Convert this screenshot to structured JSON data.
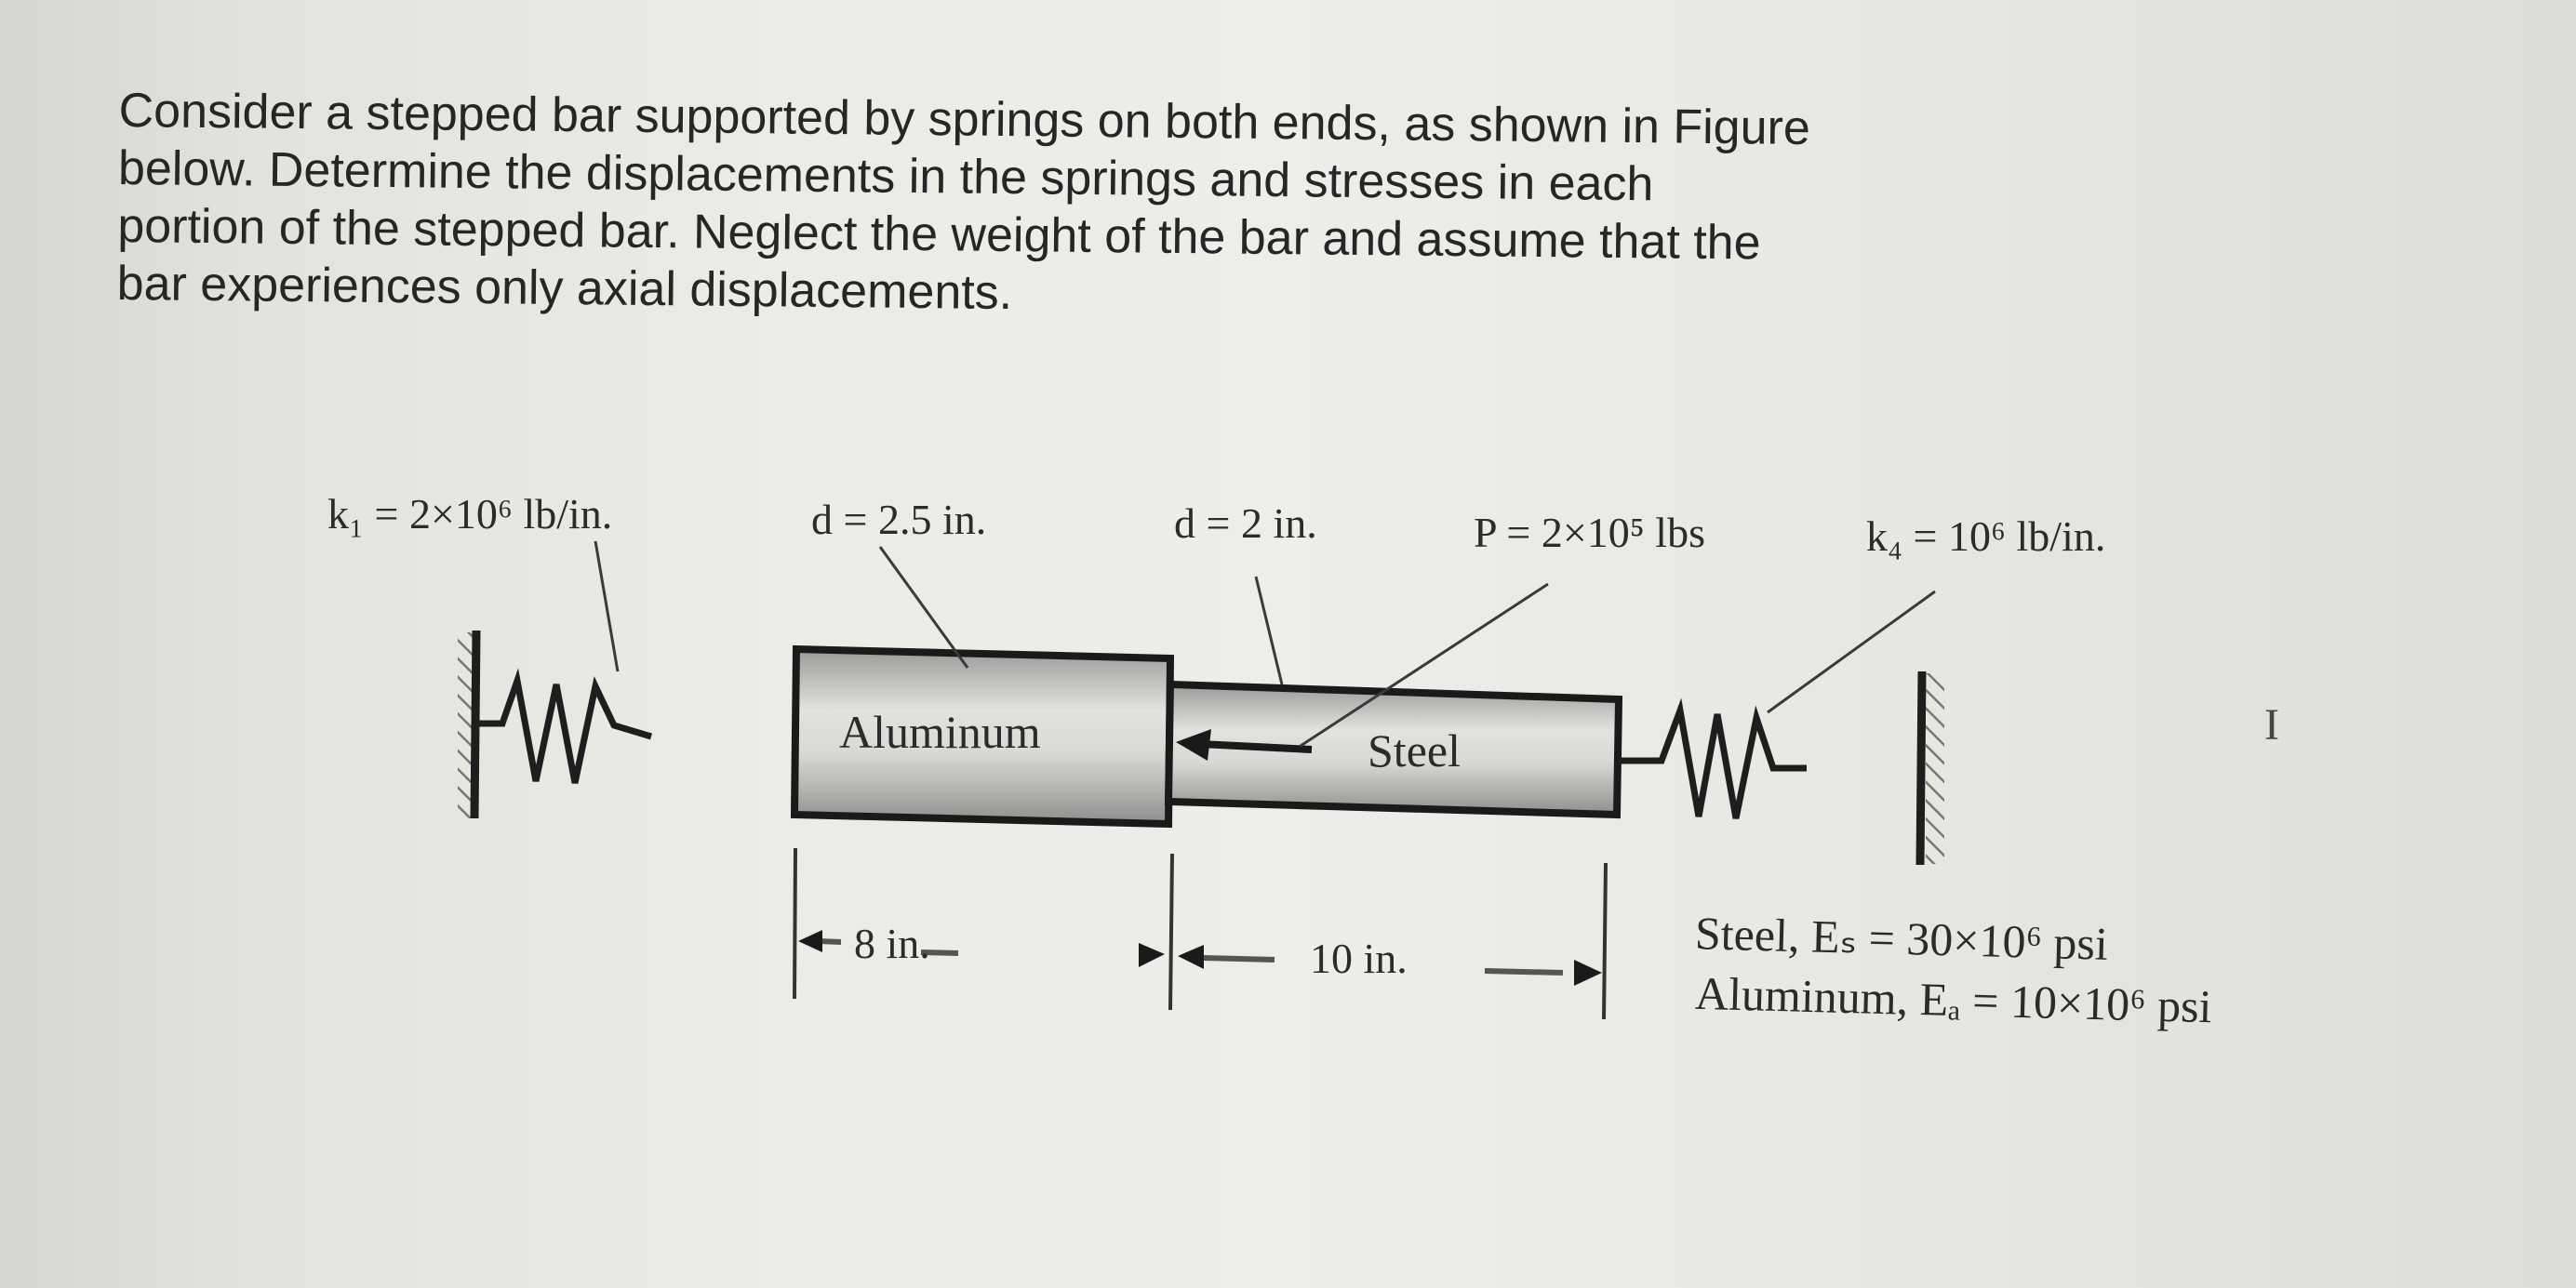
{
  "problem": {
    "lines": [
      "Consider a stepped bar supported by springs on both ends, as shown in Figure",
      "below. Determine the displacements in the springs and stresses in each",
      "portion of the stepped bar. Neglect the weight of the bar and assume that the",
      "bar experiences only axial displacements."
    ]
  },
  "figure": {
    "labels": {
      "k1": "k₁ = 2×10⁶ lb/in.",
      "d_aluminum": "d = 2.5 in.",
      "d_steel": "d = 2 in.",
      "load": "P = 2×10⁵ lbs",
      "k4": "k₄ = 10⁶ lb/in."
    },
    "segments": [
      {
        "name": "Aluminum",
        "length": "8 in."
      },
      {
        "name": "Steel",
        "length": "10 in."
      }
    ],
    "materials": [
      "Steel, Eₛ = 30×10⁶ psi",
      "Aluminum, Eₐ = 10×10⁶ psi"
    ]
  },
  "cursor": {
    "icon": "text-cursor-icon",
    "glyph": "I"
  }
}
